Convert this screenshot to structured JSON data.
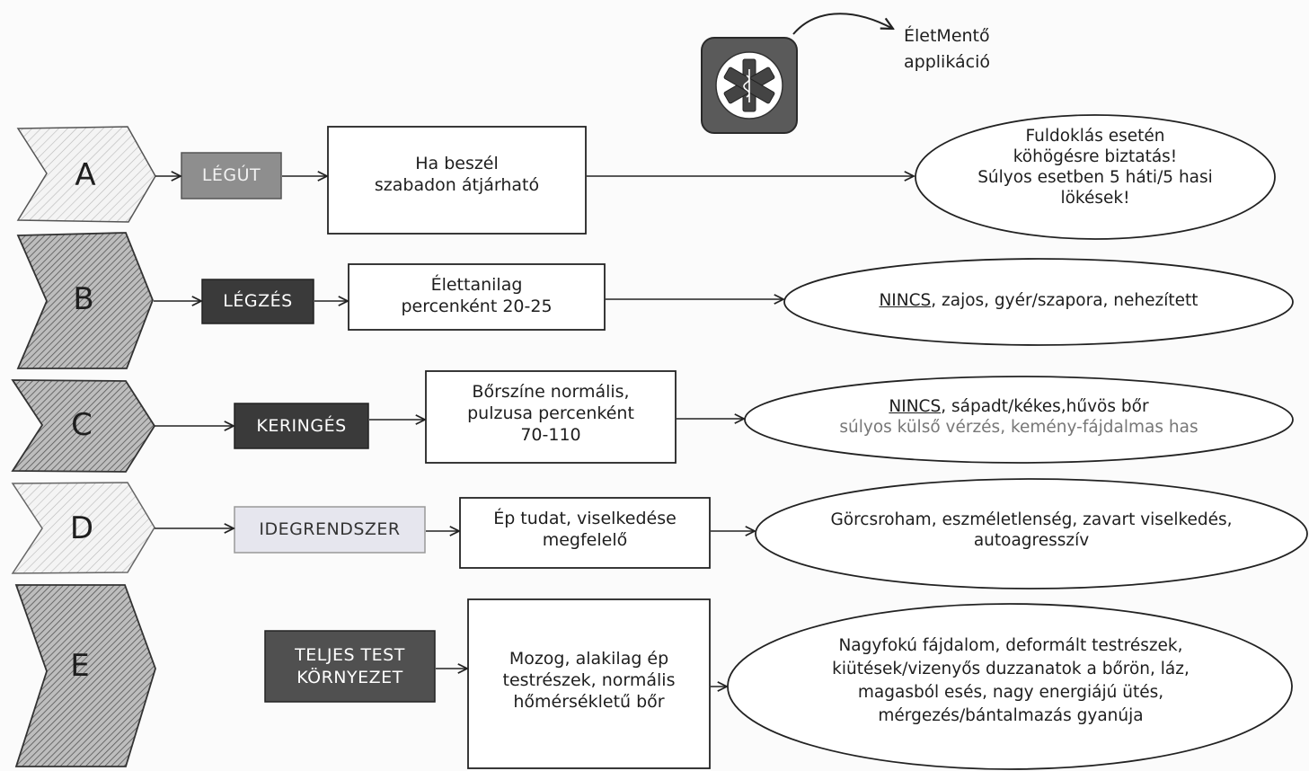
{
  "app": {
    "label_line1": "ÉletMentő",
    "label_line2": "applikáció",
    "icon": "medical-star-of-life-icon"
  },
  "rows": [
    {
      "letter": "A",
      "category": "LÉGÚT",
      "normal_lines": [
        "Ha beszél",
        "szabadon átjárható"
      ],
      "abnormal_lines": [
        "Fuldoklás esetén",
        "köhögésre biztatás!",
        "Súlyos esetben 5 háti/5 hasi",
        "lökések!"
      ]
    },
    {
      "letter": "B",
      "category": "LÉGZÉS",
      "normal_lines": [
        "Élettanilag",
        "percenként 20-25"
      ],
      "abnormal_first": "NINCS",
      "abnormal_rest": ", zajos, gyér/szapora, nehezített"
    },
    {
      "letter": "C",
      "category": "KERINGÉS",
      "normal_lines": [
        "Bőrszíne normális,",
        "pulzusa percenként",
        "70-110"
      ],
      "abnormal_first": "NINCS",
      "abnormal_rest": ", sápadt/kékes,hűvös bőr",
      "abnormal_line2": "súlyos külső vérzés, kemény-fájdalmas has"
    },
    {
      "letter": "D",
      "category": "IDEGRENDSZER",
      "normal_lines": [
        "Ép tudat, viselkedése",
        "megfelelő"
      ],
      "abnormal_lines": [
        "Görcsroham, eszméletlenség, zavart viselkedés,",
        "autoagresszív"
      ]
    },
    {
      "letter": "E",
      "category_lines": [
        "TELJES TEST",
        "KÖRNYEZET"
      ],
      "normal_lines": [
        "Mozog, alakilag ép",
        "testrészek, normális",
        "hőmérsékletű bőr"
      ],
      "abnormal_lines": [
        "Nagyfokú fájdalom, deformált testrészek,",
        "kiütések/vizenyős duzzanatok a bőrön, láz,",
        "magasból esés, nagy energiájú ütés,",
        "mérgezés/bántalmazás gyanúja"
      ]
    }
  ],
  "colors": {
    "legut_fill": "#8e8e8e",
    "dark_fill": "#3a3a3a",
    "teljes_fill": "#505050",
    "idegrendszer_fill": "#e6e6ee",
    "ink": "#1e1e1e"
  }
}
